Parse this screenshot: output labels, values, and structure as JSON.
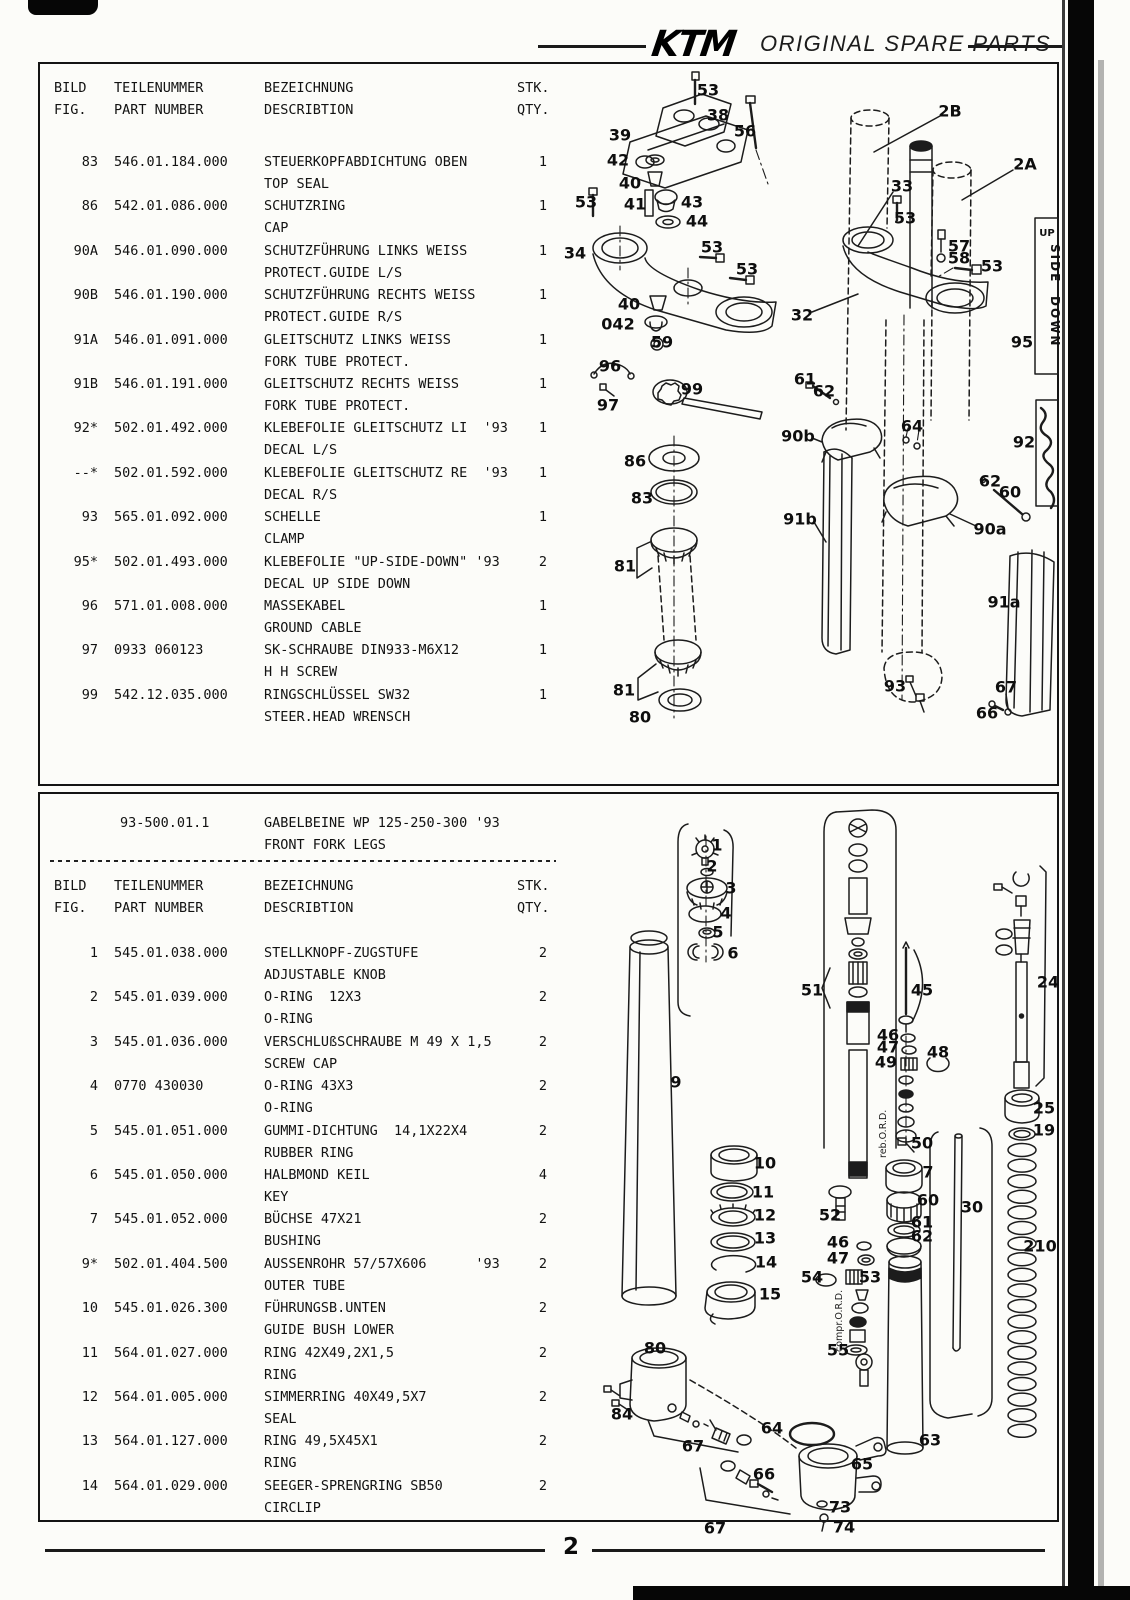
{
  "header": {
    "brand": "KTM",
    "title": "ORIGINAL SPARE PARTS"
  },
  "footer": {
    "page_number": "2"
  },
  "columns": {
    "fig1": "BILD",
    "fig2": "FIG.",
    "part1": "TEILENUMMER",
    "part2": "PART NUMBER",
    "desc1": "BEZEICHNUNG",
    "desc2": "DESCRIBTION",
    "qty1": "STK.",
    "qty2": "QTY."
  },
  "table1": {
    "rows": [
      {
        "fig": "83",
        "part": "546.01.184.000",
        "de": "STEUERKOPFABDICHTUNG OBEN",
        "en": "TOP SEAL",
        "qty": "1"
      },
      {
        "fig": "86",
        "part": "542.01.086.000",
        "de": "SCHUTZRING",
        "en": "CAP",
        "qty": "1"
      },
      {
        "fig": "90A",
        "part": "546.01.090.000",
        "de": "SCHUTZFÜHRUNG LINKS WEISS",
        "en": "PROTECT.GUIDE L/S",
        "qty": "1"
      },
      {
        "fig": "90B",
        "part": "546.01.190.000",
        "de": "SCHUTZFÜHRUNG RECHTS WEISS",
        "en": "PROTECT.GUIDE R/S",
        "qty": "1"
      },
      {
        "fig": "91A",
        "part": "546.01.091.000",
        "de": "GLEITSCHUTZ LINKS WEISS",
        "en": "FORK TUBE PROTECT.",
        "qty": "1"
      },
      {
        "fig": "91B",
        "part": "546.01.191.000",
        "de": "GLEITSCHUTZ RECHTS WEISS",
        "en": "FORK TUBE PROTECT.",
        "qty": "1"
      },
      {
        "fig": "92*",
        "part": "502.01.492.000",
        "de": "KLEBEFOLIE GLEITSCHUTZ LI  '93",
        "en": "DECAL L/S",
        "qty": "1"
      },
      {
        "fig": "--*",
        "part": "502.01.592.000",
        "de": "KLEBEFOLIE GLEITSCHUTZ RE  '93",
        "en": "DECAL R/S",
        "qty": "1"
      },
      {
        "fig": "93",
        "part": "565.01.092.000",
        "de": "SCHELLE",
        "en": "CLAMP",
        "qty": "1"
      },
      {
        "fig": "95*",
        "part": "502.01.493.000",
        "de": "KLEBEFOLIE \"UP-SIDE-DOWN\" '93",
        "en": "DECAL UP SIDE DOWN",
        "qty": "2"
      },
      {
        "fig": "96",
        "part": "571.01.008.000",
        "de": "MASSEKABEL",
        "en": "GROUND CABLE",
        "qty": "1"
      },
      {
        "fig": "97",
        "part": "0933 060123",
        "de": "SK-SCHRAUBE DIN933-M6X12",
        "en": "H H SCREW",
        "qty": "1"
      },
      {
        "fig": "99",
        "part": "542.12.035.000",
        "de": "RINGSCHLÜSSEL SW32",
        "en": "STEER.HEAD WRENSCH",
        "qty": "1"
      }
    ]
  },
  "table2": {
    "assembly_no": "93-500.01.1",
    "assembly_de": "GABELBEINE WP 125-250-300 '93",
    "assembly_en": "FRONT FORK LEGS",
    "rows": [
      {
        "fig": "1",
        "part": "545.01.038.000",
        "de": "STELLKNOPF-ZUGSTUFE",
        "en": "ADJUSTABLE KNOB",
        "qty": "2"
      },
      {
        "fig": "2",
        "part": "545.01.039.000",
        "de": "O-RING  12X3",
        "en": "O-RING",
        "qty": "2"
      },
      {
        "fig": "3",
        "part": "545.01.036.000",
        "de": "VERSCHLUßSCHRAUBE M 49 X 1,5",
        "en": "SCREW CAP",
        "qty": "2"
      },
      {
        "fig": "4",
        "part": "0770 430030",
        "de": "O-RING 43X3",
        "en": "O-RING",
        "qty": "2"
      },
      {
        "fig": "5",
        "part": "545.01.051.000",
        "de": "GUMMI-DICHTUNG  14,1X22X4",
        "en": "RUBBER RING",
        "qty": "2"
      },
      {
        "fig": "6",
        "part": "545.01.050.000",
        "de": "HALBMOND KEIL",
        "en": "KEY",
        "qty": "4"
      },
      {
        "fig": "7",
        "part": "545.01.052.000",
        "de": "BÜCHSE 47X21",
        "en": "BUSHING",
        "qty": "2"
      },
      {
        "fig": "9*",
        "part": "502.01.404.500",
        "de": "AUSSENROHR 57/57X606      '93",
        "en": "OUTER TUBE",
        "qty": "2"
      },
      {
        "fig": "10",
        "part": "545.01.026.300",
        "de": "FÜHRUNGSB.UNTEN",
        "en": "GUIDE BUSH LOWER",
        "qty": "2"
      },
      {
        "fig": "11",
        "part": "564.01.027.000",
        "de": "RING 42X49,2X1,5",
        "en": "RING",
        "qty": "2"
      },
      {
        "fig": "12",
        "part": "564.01.005.000",
        "de": "SIMMERRING 40X49,5X7",
        "en": "SEAL",
        "qty": "2"
      },
      {
        "fig": "13",
        "part": "564.01.127.000",
        "de": "RING 49,5X45X1",
        "en": "RING",
        "qty": "2"
      },
      {
        "fig": "14",
        "part": "564.01.029.000",
        "de": "SEEGER-SPRENGRING SB50",
        "en": "CIRCLIP",
        "qty": "2"
      }
    ]
  },
  "diagram1": {
    "decal_95": {
      "up": "UP",
      "side": "SIDE",
      "down": "DOWN"
    },
    "callouts": [
      [
        "53",
        708,
        90
      ],
      [
        "38",
        718,
        115
      ],
      [
        "39",
        620,
        135
      ],
      [
        "56",
        745,
        131
      ],
      [
        "42",
        618,
        160
      ],
      [
        "40",
        630,
        183
      ],
      [
        "41",
        635,
        204
      ],
      [
        "43",
        692,
        202
      ],
      [
        "44",
        697,
        221
      ],
      [
        "53",
        586,
        202
      ],
      [
        "34",
        575,
        253
      ],
      [
        "53",
        712,
        247
      ],
      [
        "53",
        747,
        269
      ],
      [
        "40",
        629,
        304
      ],
      [
        "042",
        618,
        324
      ],
      [
        "59",
        662,
        342
      ],
      [
        "96",
        610,
        366
      ],
      [
        "97",
        608,
        405
      ],
      [
        "99",
        692,
        389
      ],
      [
        "86",
        635,
        461
      ],
      [
        "83",
        642,
        498
      ],
      [
        "81",
        625,
        566
      ],
      [
        "81",
        624,
        690
      ],
      [
        "80",
        640,
        717
      ],
      [
        "2B",
        950,
        111
      ],
      [
        "2A",
        1025,
        164
      ],
      [
        "33",
        902,
        186
      ],
      [
        "53",
        905,
        218
      ],
      [
        "57",
        959,
        246
      ],
      [
        "58",
        959,
        258
      ],
      [
        "53",
        992,
        266
      ],
      [
        "32",
        802,
        315
      ],
      [
        "95",
        1022,
        342
      ],
      [
        "61",
        805,
        379
      ],
      [
        "62",
        824,
        391
      ],
      [
        "64",
        912,
        426
      ],
      [
        "90b",
        798,
        436
      ],
      [
        "92",
        1024,
        442
      ],
      [
        "62",
        990,
        481
      ],
      [
        "60",
        1010,
        492
      ],
      [
        "90a",
        990,
        529
      ],
      [
        "91b",
        800,
        519
      ],
      [
        "91a",
        1004,
        602
      ],
      [
        "93",
        895,
        686
      ],
      [
        "67",
        1006,
        687
      ],
      [
        "66",
        987,
        713
      ]
    ]
  },
  "diagram2": {
    "rebound_label": "reb.O.R.D.",
    "compression_label": "compr.O.R.D.",
    "callouts": [
      [
        "1",
        717,
        845
      ],
      [
        "2",
        712,
        866
      ],
      [
        "3",
        731,
        888
      ],
      [
        "4",
        726,
        913
      ],
      [
        "5",
        718,
        932
      ],
      [
        "6",
        733,
        953
      ],
      [
        "9",
        676,
        1082
      ],
      [
        "51",
        812,
        990
      ],
      [
        "45",
        922,
        990
      ],
      [
        "46",
        888,
        1035
      ],
      [
        "47",
        888,
        1047
      ],
      [
        "49",
        886,
        1062
      ],
      [
        "48",
        938,
        1052
      ],
      [
        "50",
        922,
        1143
      ],
      [
        "10",
        765,
        1163
      ],
      [
        "11",
        763,
        1192
      ],
      [
        "12",
        765,
        1215
      ],
      [
        "13",
        765,
        1238
      ],
      [
        "14",
        766,
        1262
      ],
      [
        "15",
        770,
        1294
      ],
      [
        "7",
        928,
        1172
      ],
      [
        "60",
        928,
        1200
      ],
      [
        "61",
        922,
        1222
      ],
      [
        "62",
        922,
        1236
      ],
      [
        "52",
        830,
        1215
      ],
      [
        "46",
        838,
        1242
      ],
      [
        "47",
        838,
        1258
      ],
      [
        "54",
        812,
        1277
      ],
      [
        "53",
        870,
        1277
      ],
      [
        "55",
        838,
        1350
      ],
      [
        "24",
        1048,
        982
      ],
      [
        "25",
        1044,
        1108
      ],
      [
        "19",
        1044,
        1130
      ],
      [
        "30",
        972,
        1207
      ],
      [
        "210",
        1040,
        1246
      ],
      [
        "63",
        930,
        1440
      ],
      [
        "80",
        655,
        1348
      ],
      [
        "84",
        622,
        1414
      ],
      [
        "67",
        693,
        1446
      ],
      [
        "64",
        772,
        1428
      ],
      [
        "65",
        862,
        1464
      ],
      [
        "66",
        764,
        1474
      ],
      [
        "73",
        840,
        1507
      ],
      [
        "74",
        844,
        1527
      ],
      [
        "67",
        715,
        1528
      ]
    ]
  }
}
